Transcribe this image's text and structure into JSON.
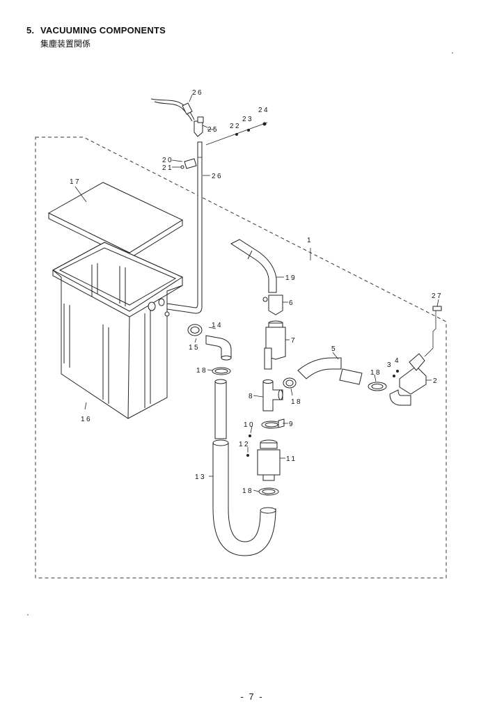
{
  "section": {
    "number": "5.",
    "title": "VACUUMING COMPONENTS",
    "subtitle": "集塵装置関係"
  },
  "callouts": {
    "p1": "1",
    "p2": "2",
    "p3": "3",
    "p4": "4",
    "p5": "5",
    "p6": "6",
    "p7": "7",
    "p8": "8",
    "p9": "9",
    "p10": "10",
    "p11": "11",
    "p12": "12",
    "p13": "13",
    "p14": "14",
    "p15": "15",
    "p16": "16",
    "p17": "17",
    "p18a": "18",
    "p18b": "18",
    "p18c": "18",
    "p18d": "18",
    "p19": "19",
    "p20": "20",
    "p21": "21",
    "p22": "22",
    "p23": "23",
    "p24": "24",
    "p25": "25",
    "p26a": "26",
    "p26b": "26",
    "p27": "27"
  },
  "page_number": "- 7 -"
}
